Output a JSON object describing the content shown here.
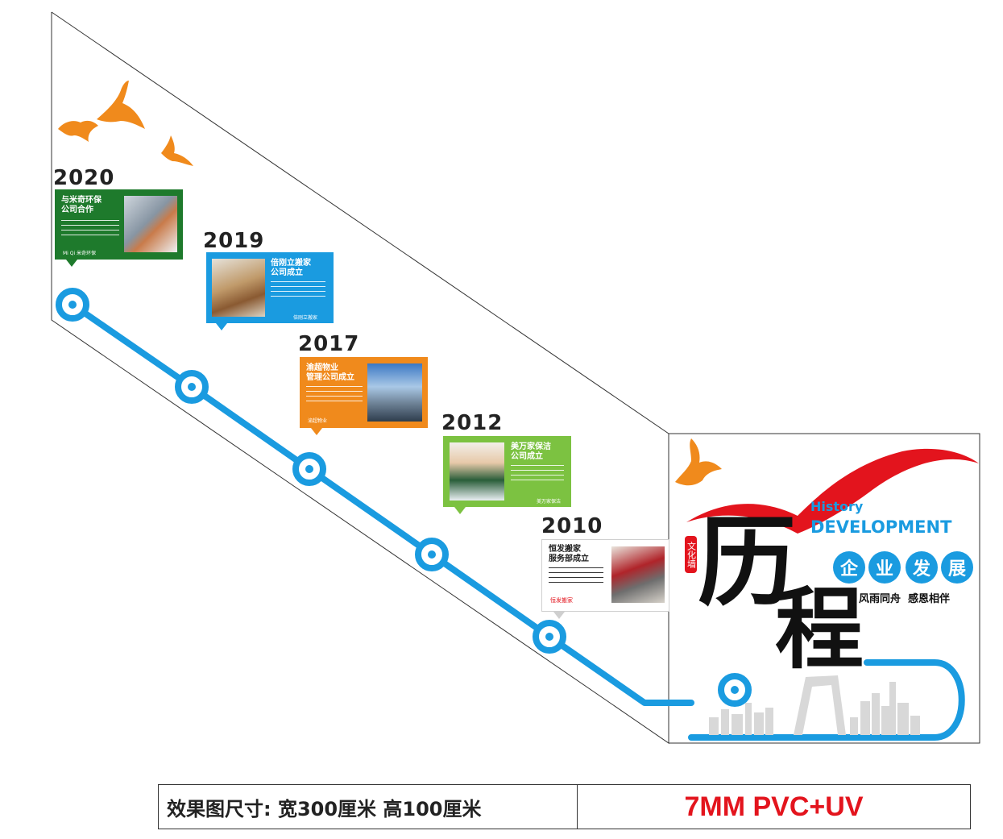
{
  "colors": {
    "blue": "#1a9be0",
    "orange": "#f08a1c",
    "green_dark": "#1e7a2c",
    "green_light": "#7cc241",
    "red": "#e3141d"
  },
  "timeline": [
    {
      "year": "2020",
      "title": "与米奇环保\n公司合作",
      "logo": "Mi Qi 米奇环保",
      "color": "#1e7a2c"
    },
    {
      "year": "2019",
      "title": "倍刚立搬家\n公司成立",
      "logo": "倍刚立搬家",
      "color": "#1a9be0"
    },
    {
      "year": "2017",
      "title": "渝超物业\n管理公司成立",
      "logo": "渝超物业",
      "color": "#f08a1c"
    },
    {
      "year": "2012",
      "title": "美万家保洁\n公司成立",
      "logo": "美万家保洁",
      "color": "#7cc241"
    },
    {
      "year": "2010",
      "title": "恒发搬家\n服务部成立",
      "logo": "恒发搬家",
      "color": "#ffffff"
    }
  ],
  "banner": {
    "history": "History",
    "development": "DEVELOPMENT",
    "pills": [
      "企",
      "业",
      "发",
      "展"
    ],
    "slogan": "风雨同舟  感恩相伴",
    "seal": "文化墙",
    "callig_1": "历",
    "callig_2": "程"
  },
  "footer": {
    "size_label": "效果图尺寸: 宽300厘米  高100厘米",
    "material": "7MM PVC+UV"
  }
}
